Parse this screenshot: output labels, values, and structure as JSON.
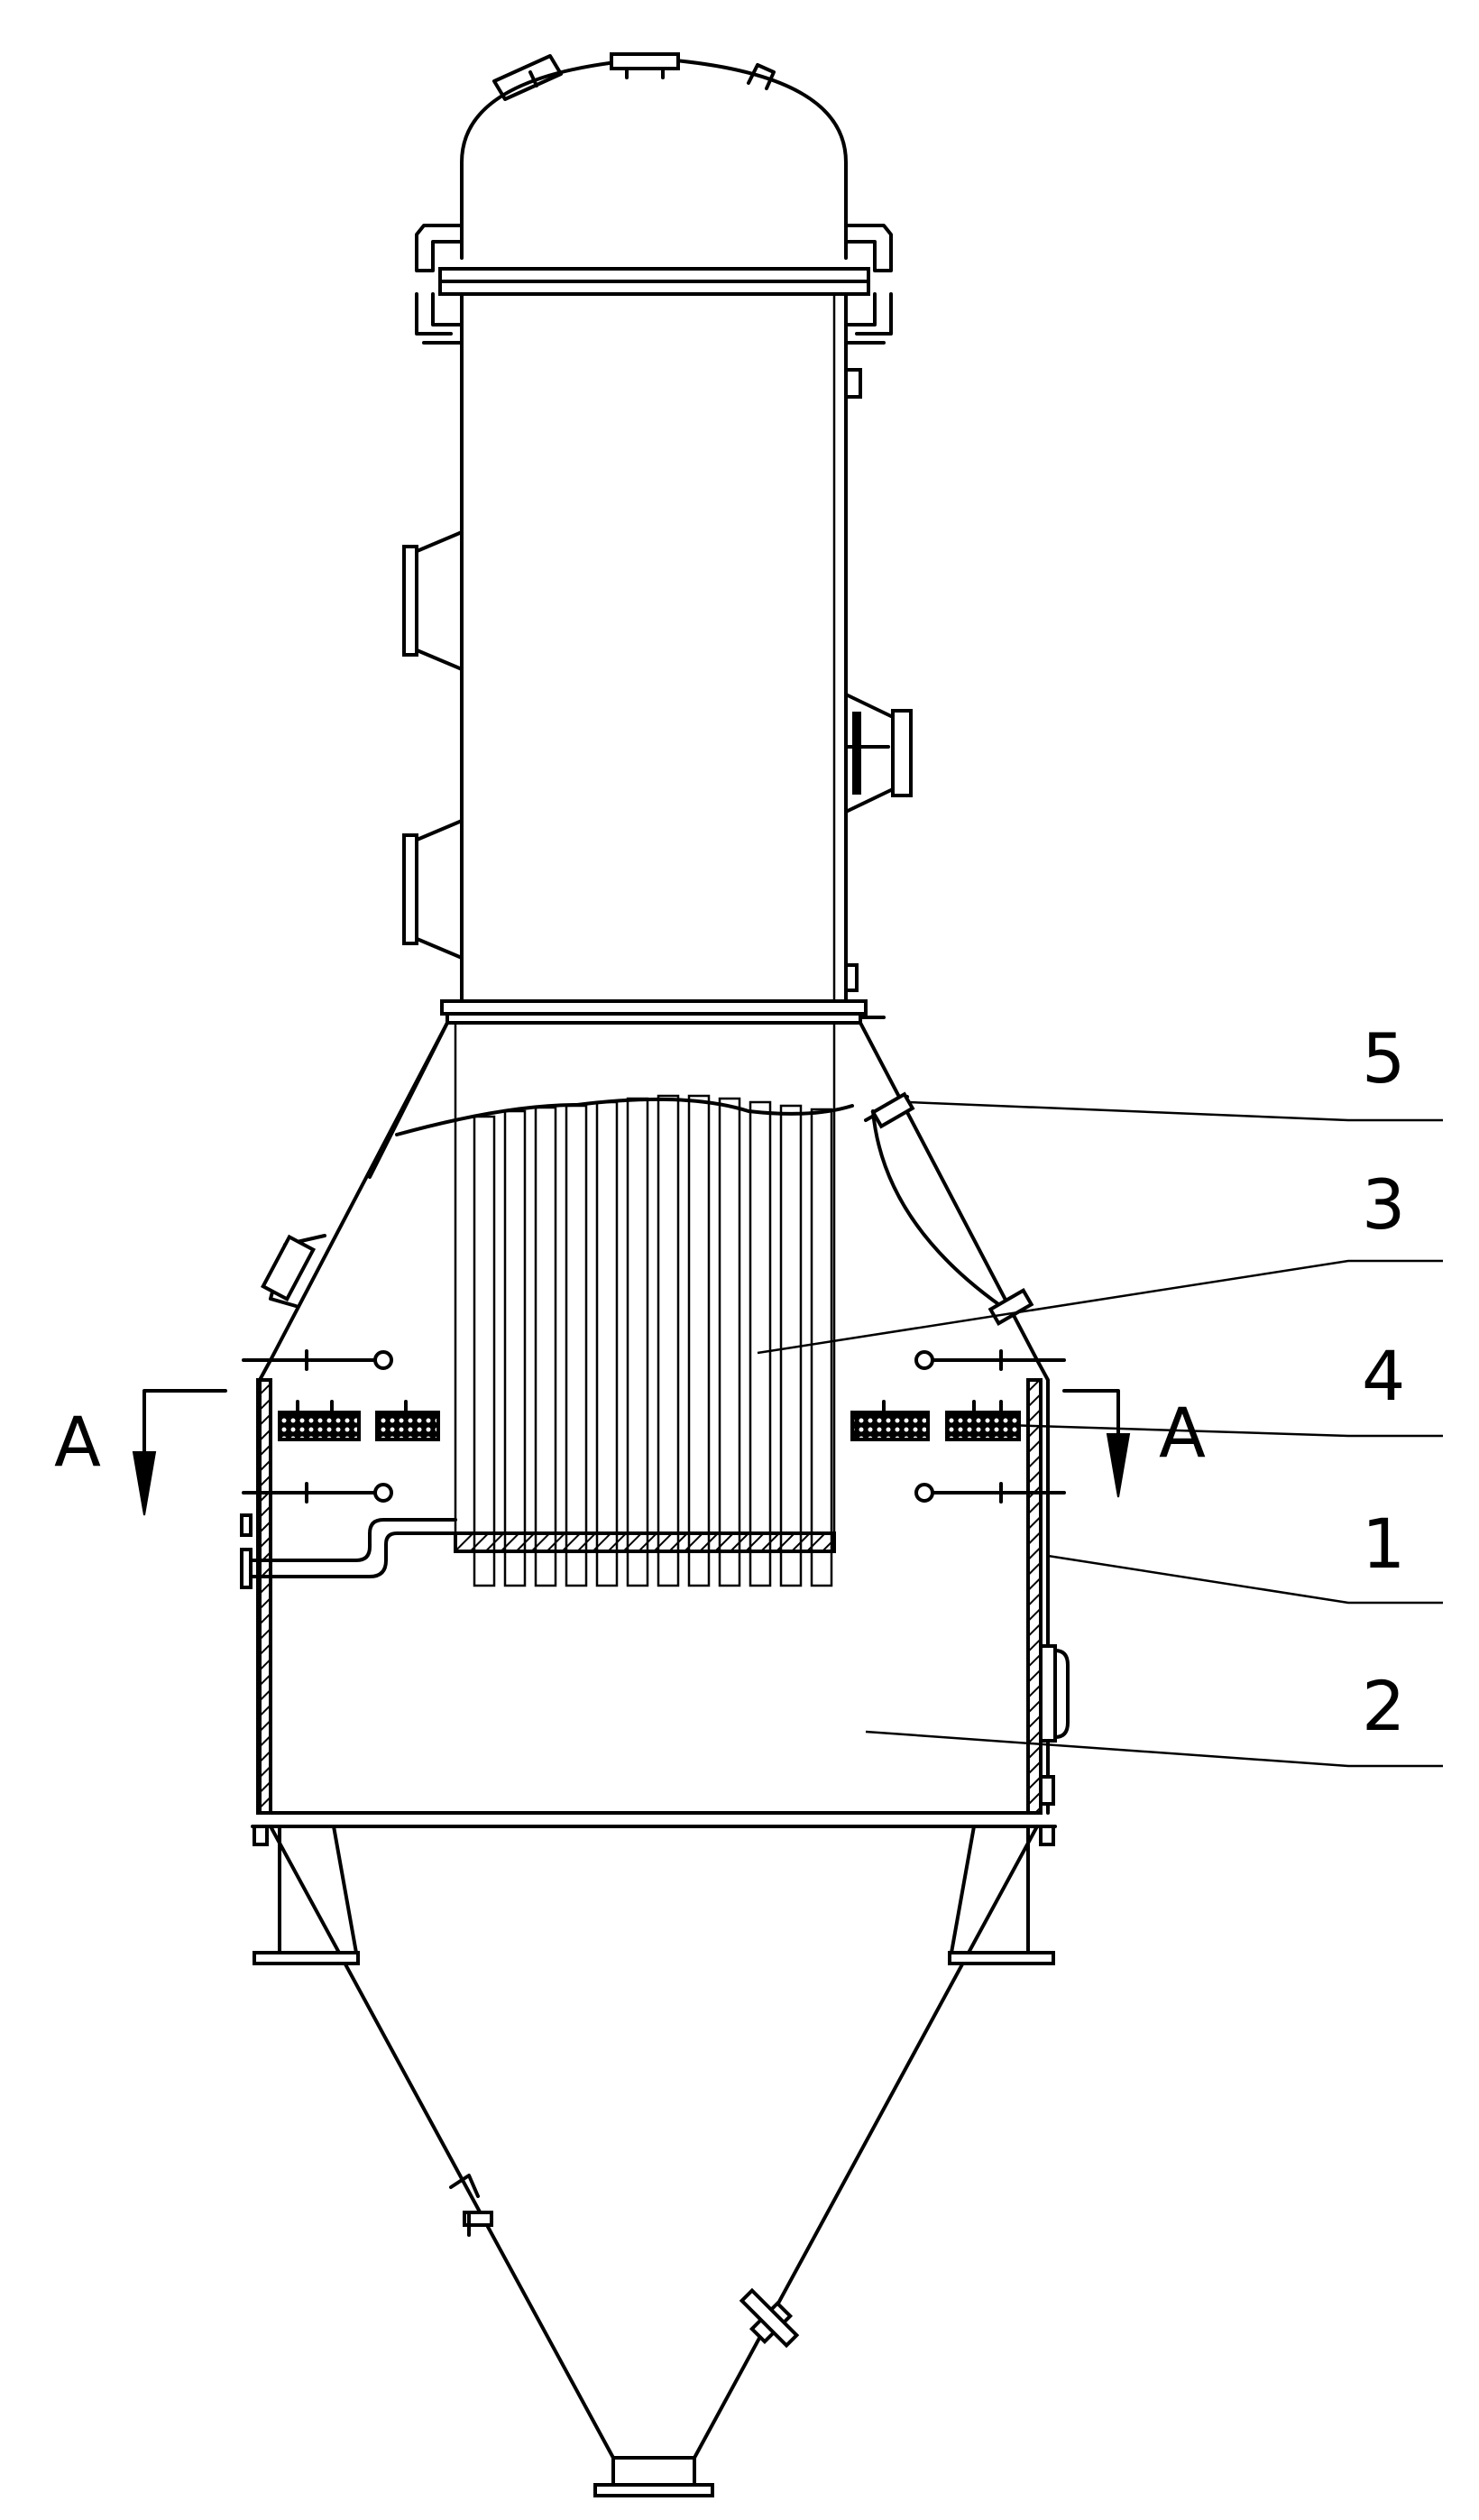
{
  "callouts": [
    {
      "id": "callout-5",
      "label": "5"
    },
    {
      "id": "callout-3",
      "label": "3"
    },
    {
      "id": "callout-4",
      "label": "4"
    },
    {
      "id": "callout-1",
      "label": "1"
    },
    {
      "id": "callout-2",
      "label": "2"
    }
  ],
  "section_marks": {
    "left": "A",
    "right": "A"
  }
}
